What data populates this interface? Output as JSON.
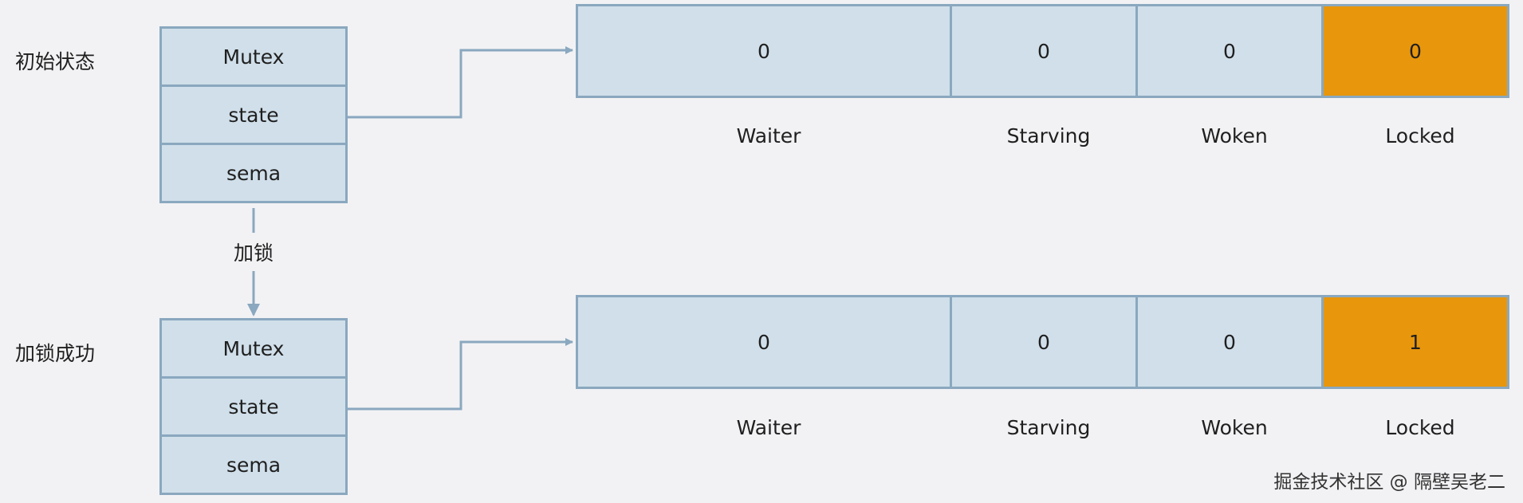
{
  "states": [
    {
      "label": "初始状态",
      "struct_fields": [
        "Mutex",
        "state",
        "sema"
      ],
      "bits": [
        {
          "name": "Waiter",
          "value": "0"
        },
        {
          "name": "Starving",
          "value": "0"
        },
        {
          "name": "Woken",
          "value": "0"
        },
        {
          "name": "Locked",
          "value": "0"
        }
      ]
    },
    {
      "label": "加锁成功",
      "struct_fields": [
        "Mutex",
        "state",
        "sema"
      ],
      "bits": [
        {
          "name": "Waiter",
          "value": "0"
        },
        {
          "name": "Starving",
          "value": "0"
        },
        {
          "name": "Woken",
          "value": "0"
        },
        {
          "name": "Locked",
          "value": "1"
        }
      ]
    }
  ],
  "transition_label": "加锁",
  "watermark": "掘金技术社区 @ 隔壁吴老二",
  "colors": {
    "cell_fill": "#d0dfea",
    "cell_border": "#8aa8bf",
    "locked_fill": "#e8960c",
    "arrow": "#8aa8bf"
  }
}
